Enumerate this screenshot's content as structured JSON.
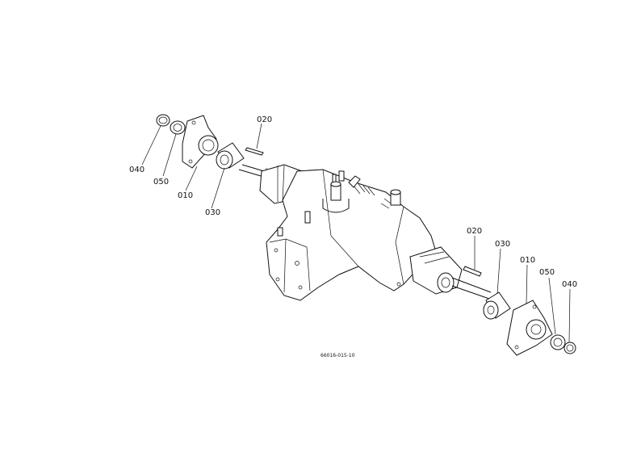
{
  "diagram": {
    "figure_code": "66016-015-10",
    "callouts": [
      {
        "id": "left-040",
        "label": "040"
      },
      {
        "id": "left-050",
        "label": "050"
      },
      {
        "id": "left-010",
        "label": "010"
      },
      {
        "id": "left-030",
        "label": "030"
      },
      {
        "id": "left-020",
        "label": "020"
      },
      {
        "id": "right-020",
        "label": "020"
      },
      {
        "id": "right-030",
        "label": "030"
      },
      {
        "id": "right-010",
        "label": "010"
      },
      {
        "id": "right-050",
        "label": "050"
      },
      {
        "id": "right-040",
        "label": "040"
      }
    ]
  }
}
